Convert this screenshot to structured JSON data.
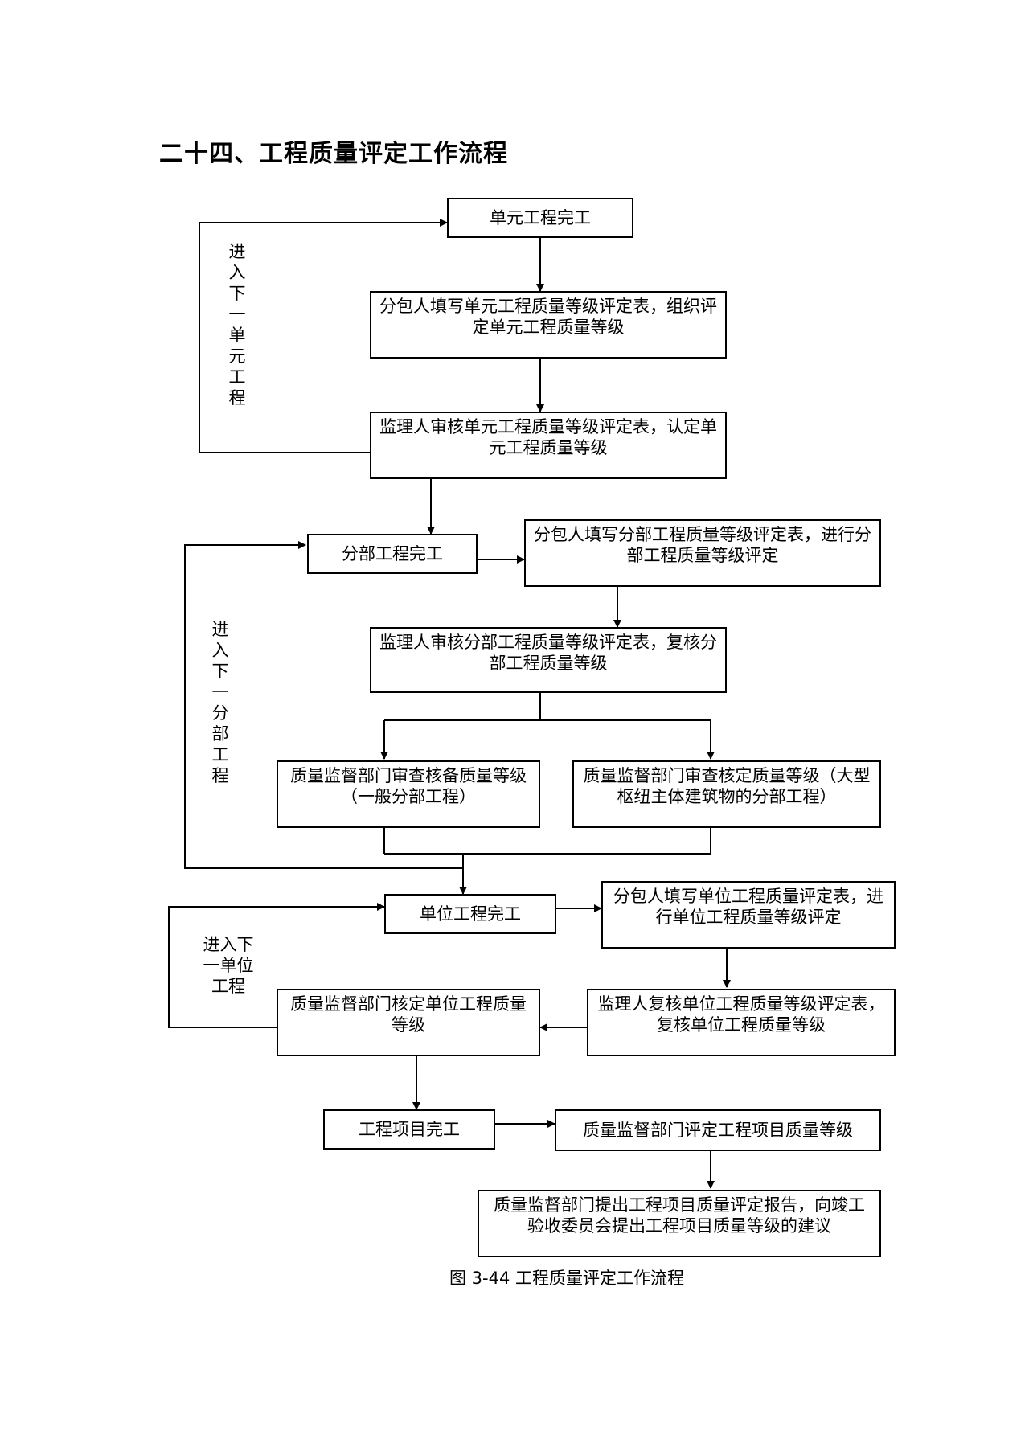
{
  "heading": "二十四、工程质量评定工作流程",
  "caption": "图 3-44  工程质量评定工作流程",
  "nodes": {
    "unit_complete": "单元工程完工",
    "sub_fill_unit_form": "分包人填写单元工程质量等级评定表，组织评定单元工程质量等级",
    "supervisor_review_unit": "监理人审核单元工程质量等级评定表，认定单元工程质量等级",
    "division_complete": "分部工程完工",
    "sub_fill_division_form": "分包人填写分部工程质量等级评定表，进行分部工程质量等级评定",
    "supervisor_review_division": "监理人审核分部工程质量等级评定表，复核分部工程质量等级",
    "qs_record_general": "质量监督部门审查核备质量等级（一般分部工程）",
    "qs_approve_major": "质量监督部门审查核定质量等级（大型枢纽主体建筑物的分部工程）",
    "single_project_complete": "单位工程完工",
    "sub_fill_single_form": "分包人填写单位工程质量评定表，进行单位工程质量等级评定",
    "supervisor_recheck_single": "监理人复核单位工程质量等级评定表，复核单位工程质量等级",
    "qs_approve_single": "质量监督部门核定单位工程质量等级",
    "project_complete": "工程项目完工",
    "qs_rate_project": "质量监督部门评定工程项目质量等级",
    "qs_report": "质量监督部门提出工程项目质量评定报告，向竣工验收委员会提出工程项目质量等级的建议"
  },
  "loop_labels": {
    "next_unit": "进入下一单元工程",
    "next_division": "进入下一分部工程",
    "next_single": "进入下一单位工程"
  }
}
